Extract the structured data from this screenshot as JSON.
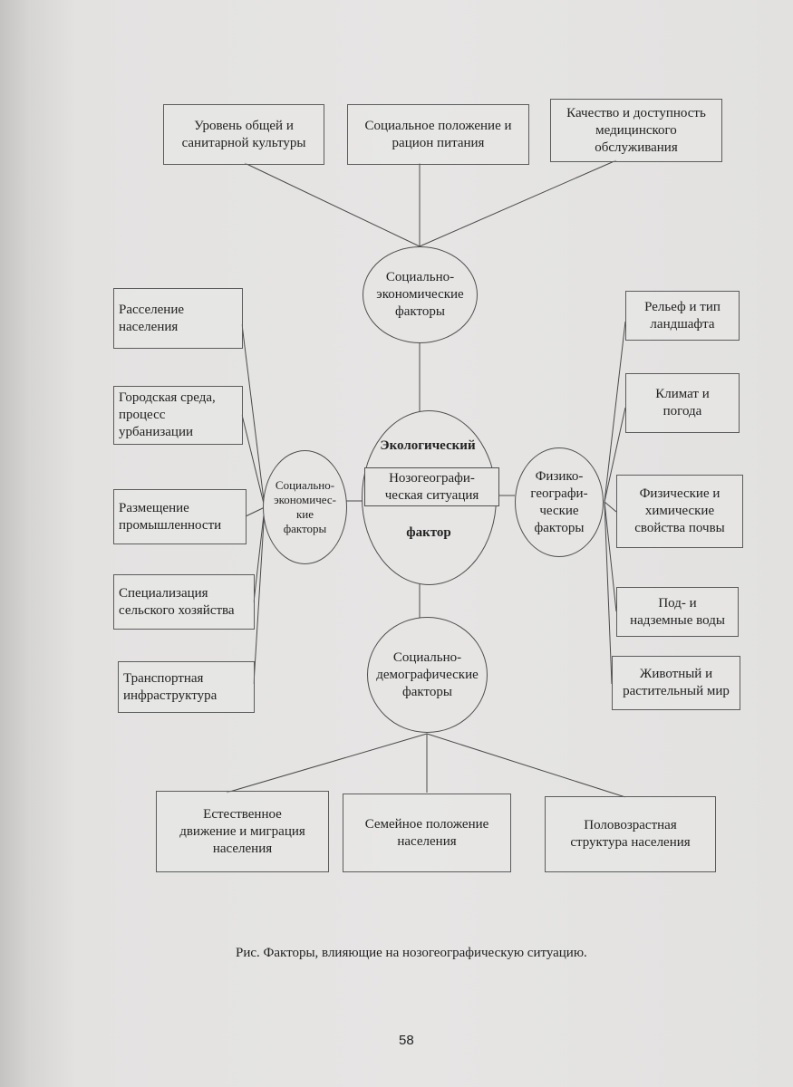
{
  "diagram": {
    "top_boxes": [
      "Уровень общей и\nсанитарной культуры",
      "Социальное положение и\nрацион питания",
      "Качество и доступность\nмедицинского\nобслуживания"
    ],
    "top_oval": "Социально-\nэкономические\nфакторы",
    "left_oval": "Социально-\nэкономичес-\nкие\nфакторы",
    "center": {
      "title": "Экологический",
      "inner": "Нозогеографи-\nческая ситуация",
      "bottom": "фактор"
    },
    "right_oval": "Физико-\nгеографи-\nческие\nфакторы",
    "bottom_oval": "Социально-\nдемографические\nфакторы",
    "left_boxes": [
      "Расселение\nнаселения",
      "Городская среда,\nпроцесс\nурбанизации",
      "Размещение\nпромышленности",
      "Специализация\nсельского хозяйства",
      "Транспортная\nинфраструктура"
    ],
    "right_boxes": [
      "Рельеф и тип\nландшафта",
      "Климат и\nпогода",
      "Физические и\nхимические\nсвойства  почвы",
      "Под- и\nнадземные воды",
      "Животный и\nрастительный мир"
    ],
    "bottom_boxes": [
      "Естественное\nдвижение и миграция\nнаселения",
      "Семейное положение\nнаселения",
      "Половозрастная\nструктура населения"
    ]
  },
  "caption": "Рис. Факторы, влияющие на нозогеографическую ситуацию.",
  "page_number": "58"
}
